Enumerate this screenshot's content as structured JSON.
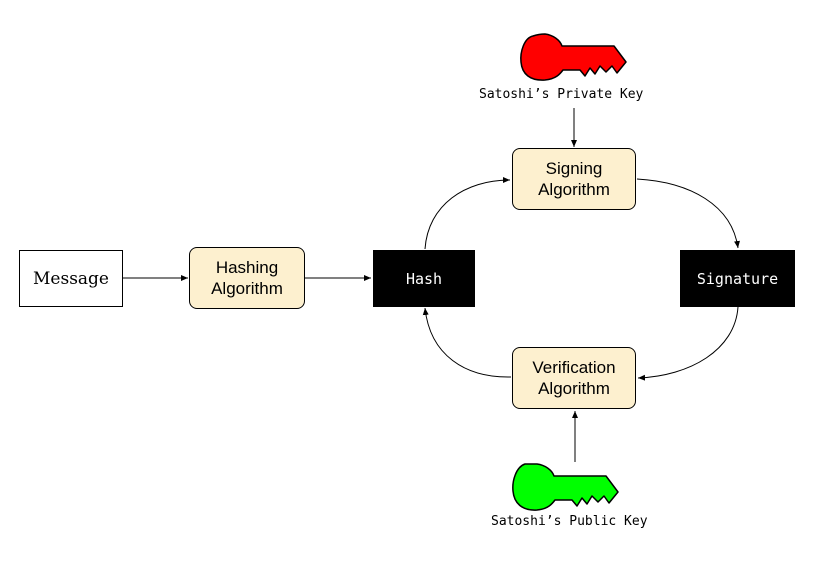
{
  "nodes": {
    "message": "Message",
    "hashing": "Hashing\nAlgorithm",
    "hash": "Hash",
    "signing": "Signing\nAlgorithm",
    "signature": "Signature",
    "verification": "Verification\nAlgorithm"
  },
  "keys": {
    "private_label": "Satoshi’s Private Key",
    "public_label": "Satoshi’s Public Key"
  },
  "colors": {
    "private_key": "#ff0000",
    "public_key": "#00ff00",
    "algorithm_fill": "#fdf0cf",
    "dark_box": "#000000"
  }
}
